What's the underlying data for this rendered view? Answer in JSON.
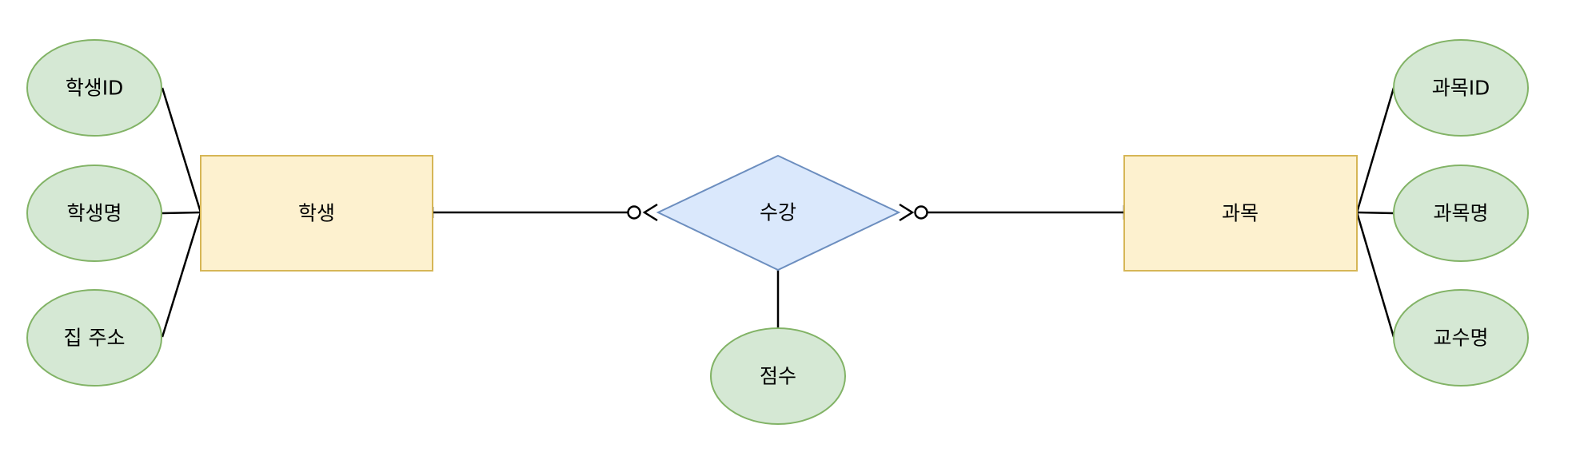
{
  "diagram": {
    "colors": {
      "entity_fill": "#fdf1cf",
      "entity_stroke": "#d6b656",
      "attribute_fill": "#d5e8d4",
      "attribute_stroke": "#82b366",
      "relationship_fill": "#dae8fc",
      "relationship_stroke": "#6c8ebf",
      "line": "#000000"
    },
    "entities": {
      "student": "학생",
      "course": "과목"
    },
    "relationship": {
      "label": "수강",
      "attribute": "점수"
    },
    "student_attributes": {
      "id": "학생ID",
      "name": "학생명",
      "address": "집 주소"
    },
    "course_attributes": {
      "id": "과목ID",
      "name": "과목명",
      "professor": "교수명"
    },
    "cardinality": {
      "student_side": "zero-or-many",
      "course_side": "zero-or-many"
    }
  }
}
